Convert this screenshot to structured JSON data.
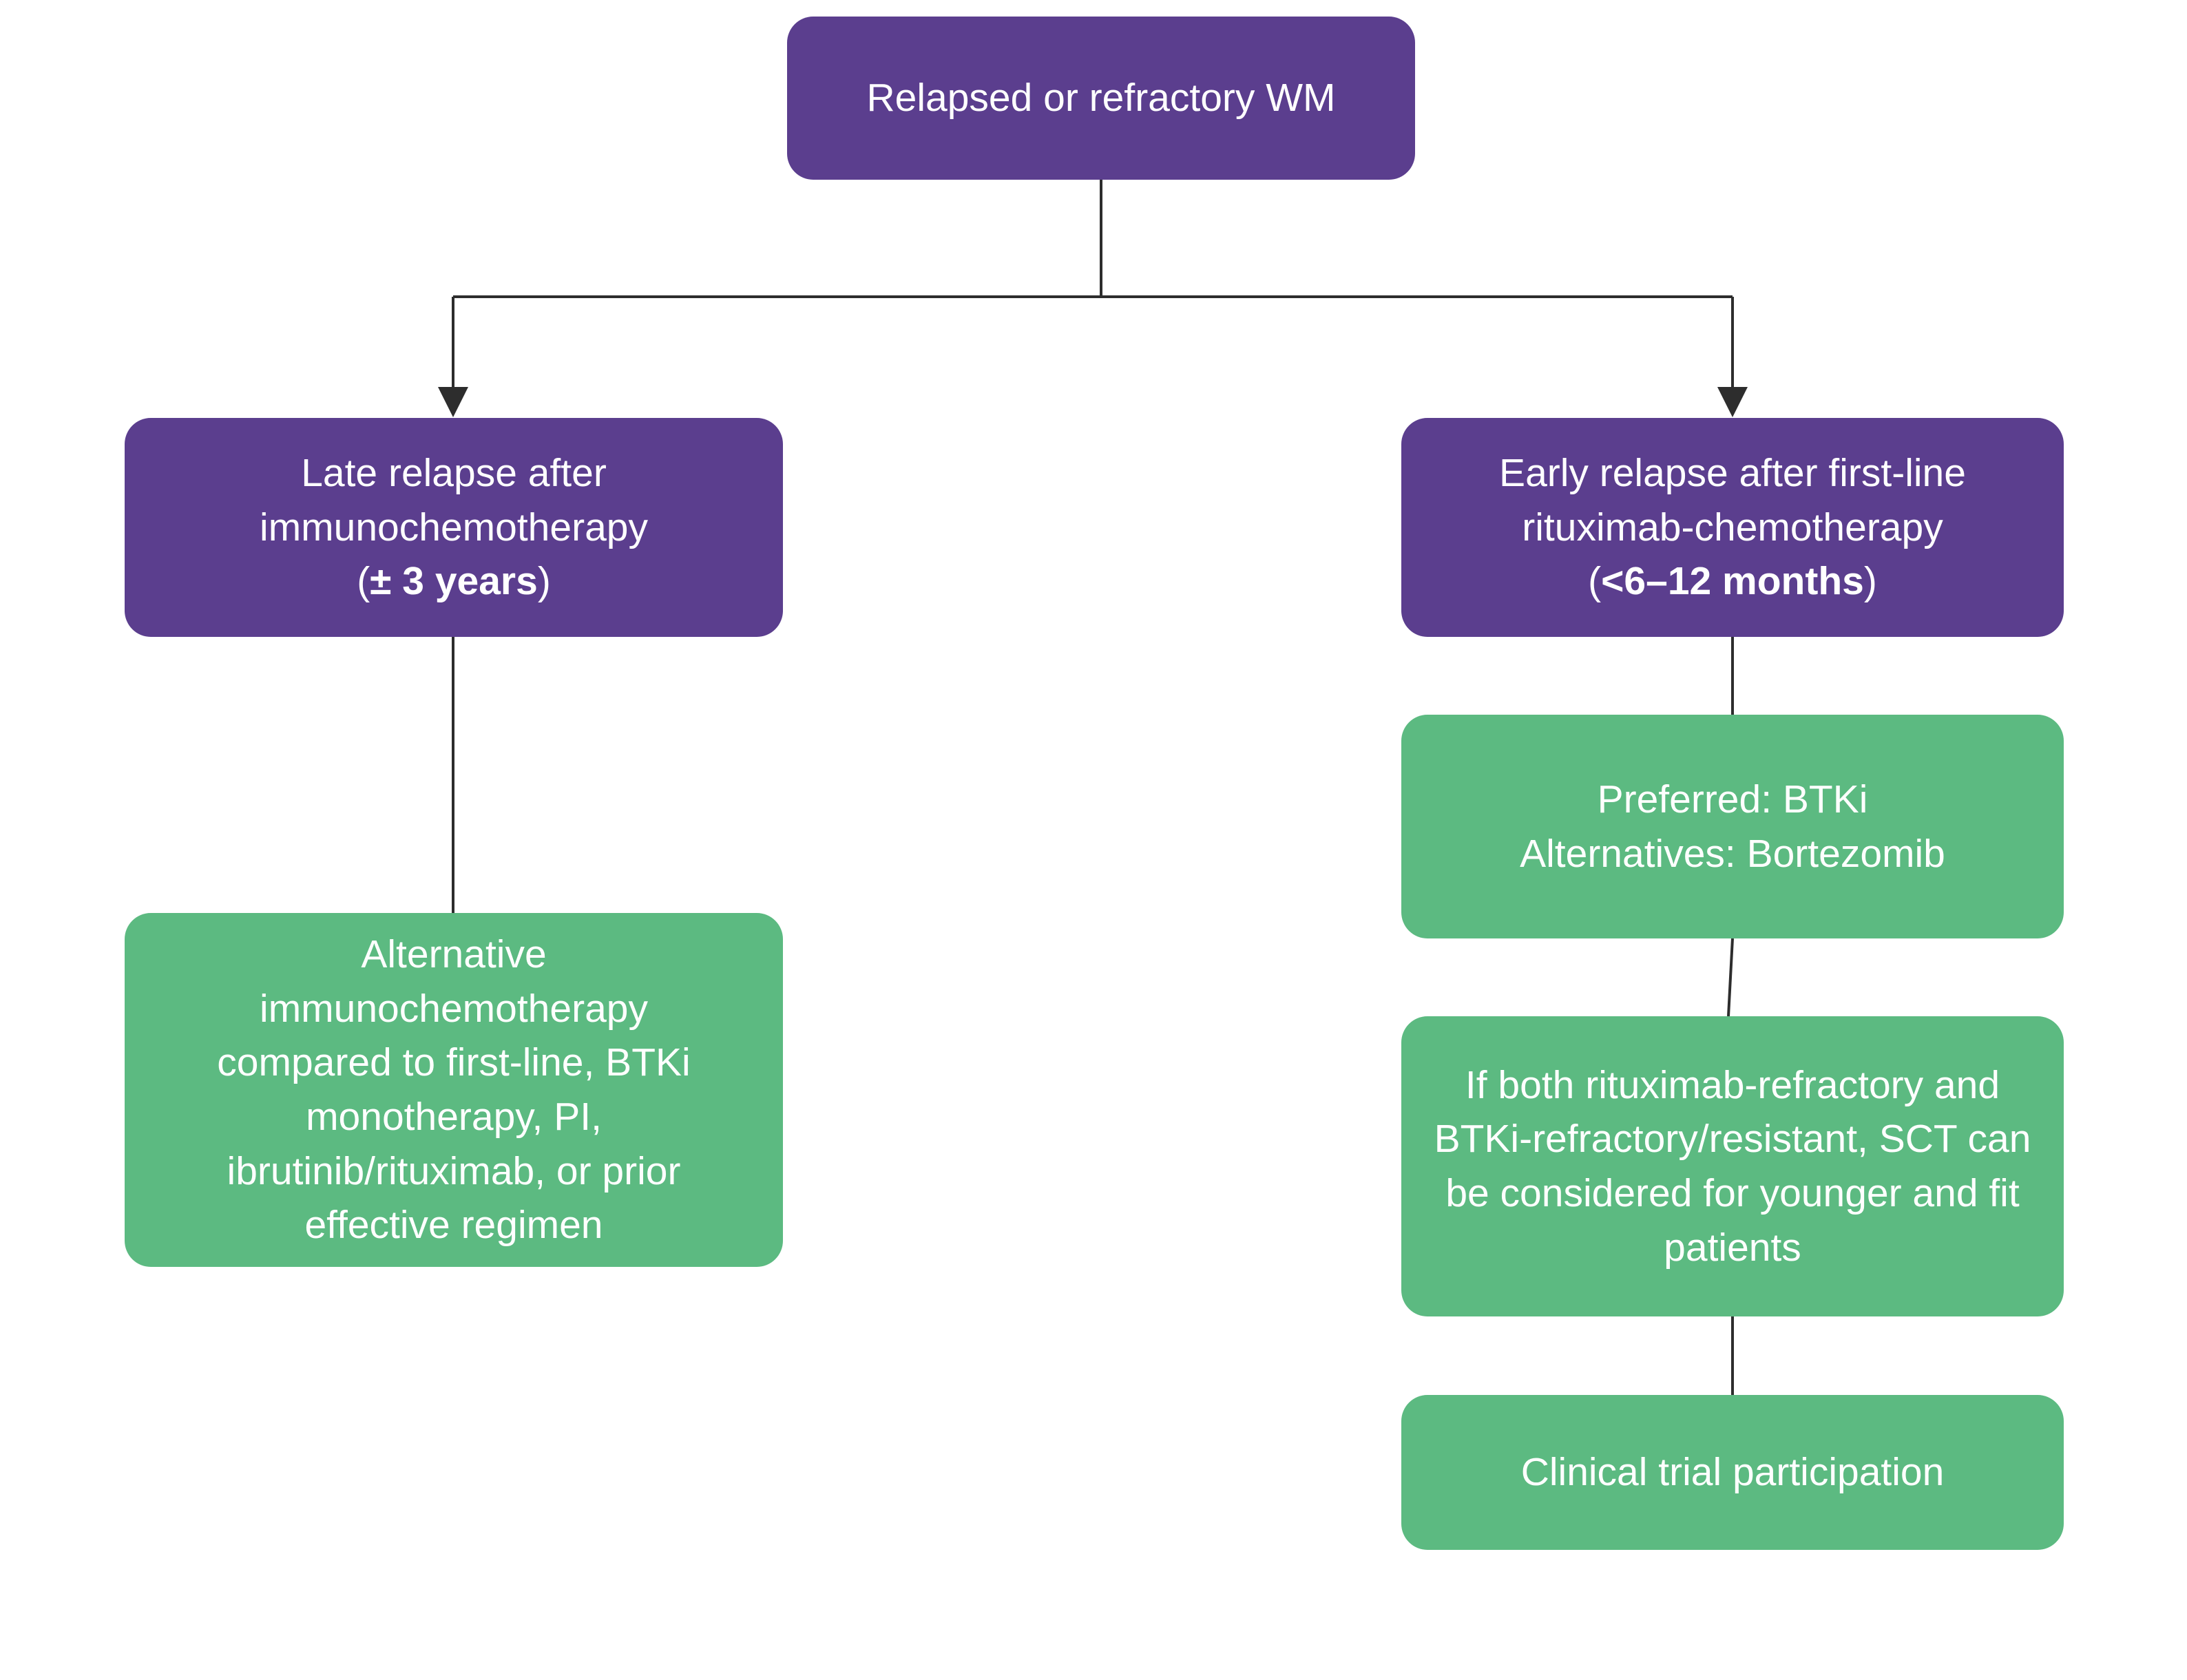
{
  "diagram": {
    "title_hint": "Relapsed or refractory WM treatment flowchart",
    "colors": {
      "purple": "#5b3e8e",
      "green": "#5cba81",
      "line": "#2d2d2d",
      "text": "#ffffff"
    },
    "nodes": {
      "root": {
        "label": "Relapsed or refractory WM"
      },
      "late_relapse": {
        "line1": "Late relapse after",
        "line2": "immunochemotherapy",
        "paren_open": "(",
        "bold": "± 3 years",
        "paren_close": ")"
      },
      "early_relapse": {
        "line1": "Early relapse after first-line",
        "line2": "rituximab-chemotherapy",
        "paren_open": "(",
        "bold": "<6–12 months",
        "paren_close": ")"
      },
      "alternative": {
        "text": "Alternative immunochemotherapy compared to first-line, BTKi monotherapy, PI, ibrutinib/rituximab, or prior effective regimen"
      },
      "preferred": {
        "line1": "Preferred: BTKi",
        "line2": "Alternatives: Bortezomib"
      },
      "sct": {
        "text": "If both rituximab-refractory and BTKi-refractory/resistant, SCT can be considered for younger and fit patients"
      },
      "trial": {
        "text": "Clinical trial participation"
      }
    }
  }
}
